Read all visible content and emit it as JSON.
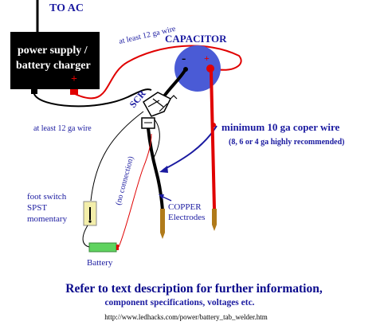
{
  "labels": {
    "to_ac": "TO AC",
    "power_supply_line1": "power supply /",
    "power_supply_line2": "battery charger",
    "plus_sign": "+",
    "minus_sign": "-",
    "wire_top": "at least 12 ga wire",
    "wire_left": "at least 12 ga wire",
    "capacitor": "CAPACITOR",
    "scr": "SCR",
    "min_wire": "minimum 10 ga coper wire",
    "wire_recommend": "(8, 6 or 4 ga highly recommended)",
    "no_connection": "(no connection)",
    "copper_line1": "COPPER",
    "copper_line2": "Electrodes",
    "foot_switch_line1": "foot switch",
    "foot_switch_line2": "SPST",
    "foot_switch_line3": "momentary",
    "battery": "Battery"
  },
  "footer": {
    "main": "Refer to text description for further information,",
    "sub": "component specifications, voltages etc.",
    "url": "http://www.ledhacks.com/power/battery_tab_welder.htm"
  },
  "colors": {
    "black_box": "#000000",
    "capacitor_blue": "#4a5bd6",
    "wire_red": "#e00000",
    "text_blue": "#0a0a8c",
    "label_blue": "#1a1aa0",
    "battery_green": "#5fd35f",
    "electrode_brown": "#b07a1a"
  }
}
